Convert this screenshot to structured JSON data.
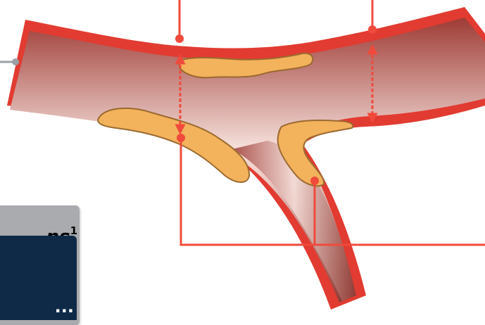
{
  "panel": {
    "title": "ns",
    "superscript": "1",
    "body_text": "..."
  },
  "colors": {
    "vessel_wall": "#e23b31",
    "vessel_inner": "#c46a62",
    "lumen_highlight": "#f3d9d4",
    "plaque": "#f3b25c",
    "plaque_outline": "#9a6a2f",
    "marker_line": "#f04a3c",
    "arrow": "#f04a3c",
    "panel_header": "#a9abae",
    "panel_body": "#0e2a47"
  },
  "icons": [
    "vessel-bifurcation",
    "plaque",
    "dashed-double-arrow",
    "callout-dot"
  ]
}
